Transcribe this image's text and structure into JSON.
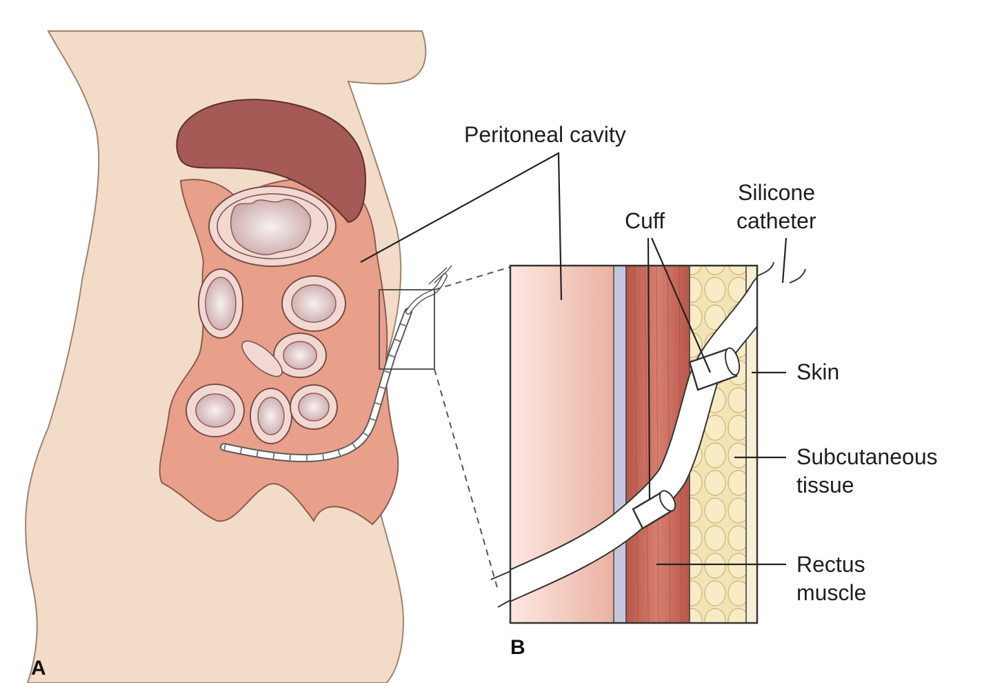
{
  "figure": {
    "panel_a": "A",
    "panel_b": "B",
    "labels": {
      "peritoneal_cavity": "Peritoneal cavity",
      "silicone_catheter_line1": "Silicone",
      "silicone_catheter_line2": "catheter",
      "cuff": "Cuff",
      "skin": "Skin",
      "subcutaneous_line1": "Subcutaneous",
      "subcutaneous_line2": "tissue",
      "rectus_line1": "Rectus",
      "rectus_line2": "muscle"
    }
  },
  "colors": {
    "skin_body": "#f3dcc7",
    "organ_liver": "#a65a55",
    "peritoneum": "#e8a08b",
    "bowel_wall": "#f1d8d3",
    "muscle": "#c9685a",
    "fat": "#f2e3b0",
    "catheter": "#ffffff",
    "membrane": "#c6c6dd"
  }
}
